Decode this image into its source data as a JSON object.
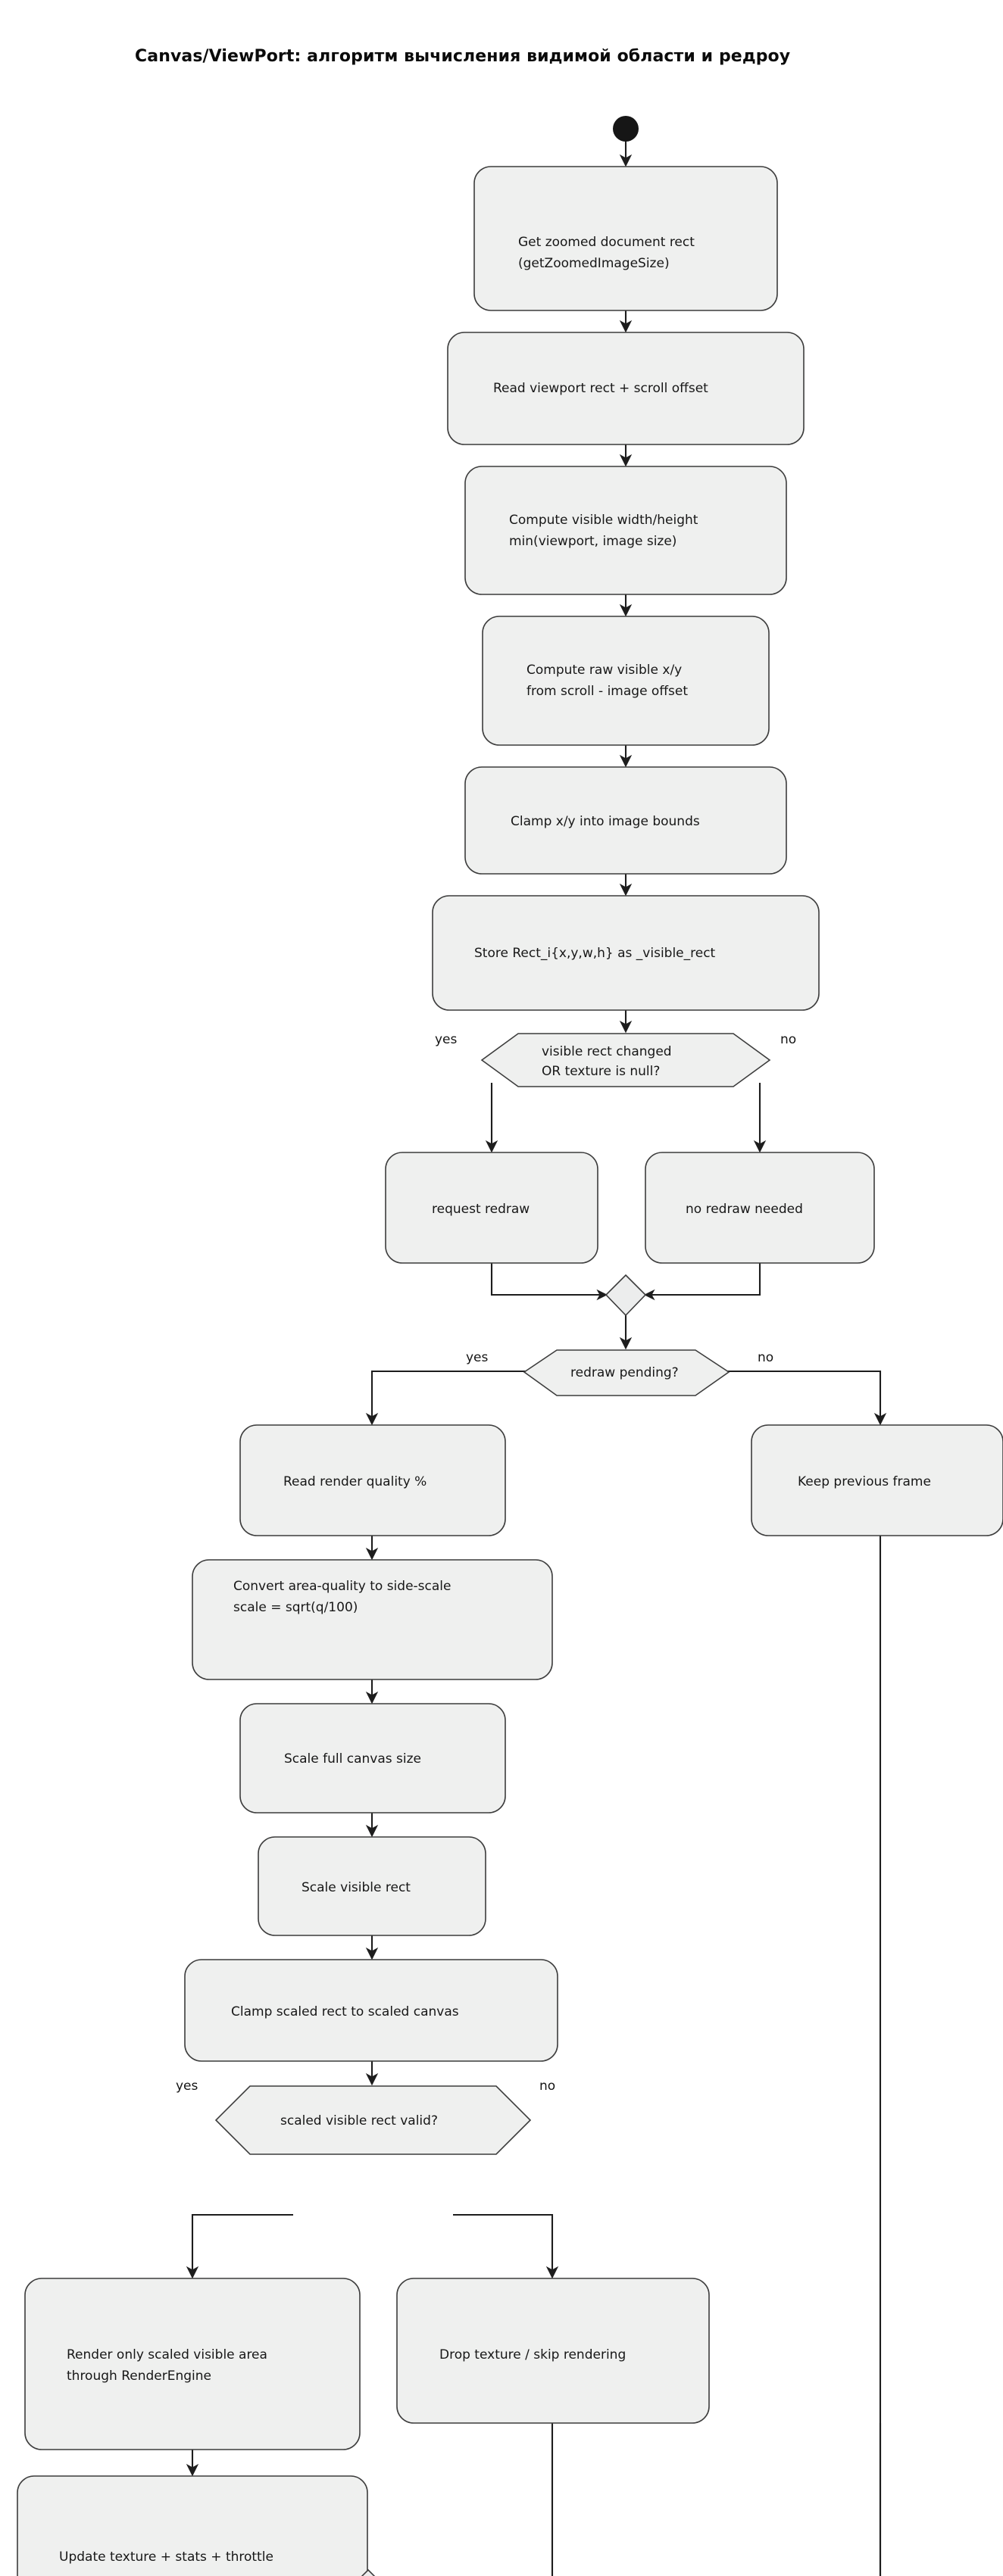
{
  "diagram": {
    "title": "Canvas/ViewPort: алгоритм вычисления видимой области и редроу",
    "type": "activity-flowchart",
    "colors": {
      "node_fill": "#eff0ef",
      "node_stroke": "#3c3c3c",
      "edge_stroke": "#1d1d1d",
      "text": "#171717",
      "background": "#ffffff",
      "start_node": "#161616",
      "end_node": "#121212"
    },
    "start_node": {
      "name": "start",
      "shape": "filled-circle"
    },
    "end_node": {
      "name": "end",
      "shape": "ring-circle"
    },
    "nodes": [
      {
        "id": "n1",
        "shape": "rounded-rect",
        "lines": [
          "Get zoomed document rect",
          "(getZoomedImageSize)"
        ]
      },
      {
        "id": "n2",
        "shape": "rounded-rect",
        "lines": [
          "Read viewport rect + scroll offset"
        ]
      },
      {
        "id": "n3",
        "shape": "rounded-rect",
        "lines": [
          "Compute visible width/height",
          "min(viewport, image size)"
        ]
      },
      {
        "id": "n4",
        "shape": "rounded-rect",
        "lines": [
          "Compute raw visible x/y",
          "from scroll - image offset"
        ]
      },
      {
        "id": "n5",
        "shape": "rounded-rect",
        "lines": [
          "Clamp x/y into image bounds"
        ]
      },
      {
        "id": "n6",
        "shape": "rounded-rect",
        "lines": [
          "Store Rect_i{x,y,w,h} as _visible_rect"
        ]
      },
      {
        "id": "d1",
        "shape": "hexagon",
        "lines": [
          "visible rect changed",
          "OR texture is null?"
        ]
      },
      {
        "id": "n7",
        "shape": "rounded-rect",
        "lines": [
          "request redraw"
        ]
      },
      {
        "id": "n8",
        "shape": "rounded-rect",
        "lines": [
          "no redraw needed"
        ]
      },
      {
        "id": "m1",
        "shape": "diamond",
        "lines": []
      },
      {
        "id": "d2",
        "shape": "hexagon",
        "lines": [
          "redraw pending?"
        ]
      },
      {
        "id": "n9",
        "shape": "rounded-rect",
        "lines": [
          "Read render quality %"
        ]
      },
      {
        "id": "n10",
        "shape": "rounded-rect",
        "lines": [
          "Keep previous frame"
        ]
      },
      {
        "id": "n11",
        "shape": "rounded-rect",
        "lines": [
          "Convert area-quality to side-scale",
          "scale = sqrt(q/100)"
        ]
      },
      {
        "id": "n12",
        "shape": "rounded-rect",
        "lines": [
          "Scale full canvas size"
        ]
      },
      {
        "id": "n13",
        "shape": "rounded-rect",
        "lines": [
          "Scale visible rect"
        ]
      },
      {
        "id": "n14",
        "shape": "rounded-rect",
        "lines": [
          "Clamp scaled rect to scaled canvas"
        ]
      },
      {
        "id": "d3",
        "shape": "hexagon",
        "lines": [
          "scaled visible rect valid?"
        ]
      },
      {
        "id": "n15",
        "shape": "rounded-rect",
        "lines": [
          "Render only scaled visible area",
          "through RenderEngine"
        ]
      },
      {
        "id": "n16",
        "shape": "rounded-rect",
        "lines": [
          "Drop texture / skip rendering"
        ]
      },
      {
        "id": "n17",
        "shape": "rounded-rect",
        "lines": [
          "Update texture + stats + throttle"
        ]
      },
      {
        "id": "m2",
        "shape": "diamond",
        "lines": []
      },
      {
        "id": "m3",
        "shape": "diamond",
        "lines": []
      }
    ],
    "branch_labels": {
      "d1_yes": "yes",
      "d1_no": "no",
      "d2_yes": "yes",
      "d2_no": "no",
      "d3_yes": "yes",
      "d3_no": "no"
    }
  }
}
